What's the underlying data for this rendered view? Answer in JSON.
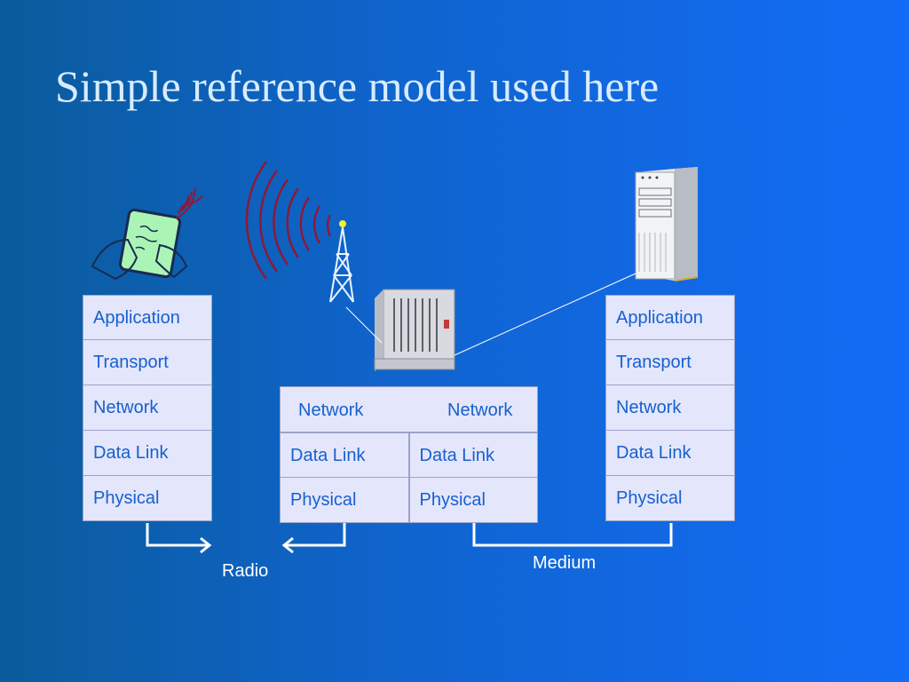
{
  "slide": {
    "title": "Simple reference model used here"
  },
  "left_stack": {
    "layers": [
      "Application",
      "Transport",
      "Network",
      "Data Link",
      "Physical"
    ]
  },
  "router_stack": {
    "network_left": "Network",
    "network_right": "Network",
    "datalink_left": "Data Link",
    "datalink_right": "Data Link",
    "physical_left": "Physical",
    "physical_right": "Physical"
  },
  "right_stack": {
    "layers": [
      "Application",
      "Transport",
      "Network",
      "Data Link",
      "Physical"
    ]
  },
  "links": {
    "radio_label": "Radio",
    "medium_label": "Medium"
  },
  "icons": [
    "handheld-device-icon",
    "radio-waves-icon",
    "radio-tower-icon",
    "router-rack-icon",
    "server-tower-icon"
  ],
  "colors": {
    "layer_fill": "#e4e6fb",
    "layer_text": "#1660d0",
    "title_text": "#d7ecff",
    "wave_color": "#8b1a3a"
  }
}
